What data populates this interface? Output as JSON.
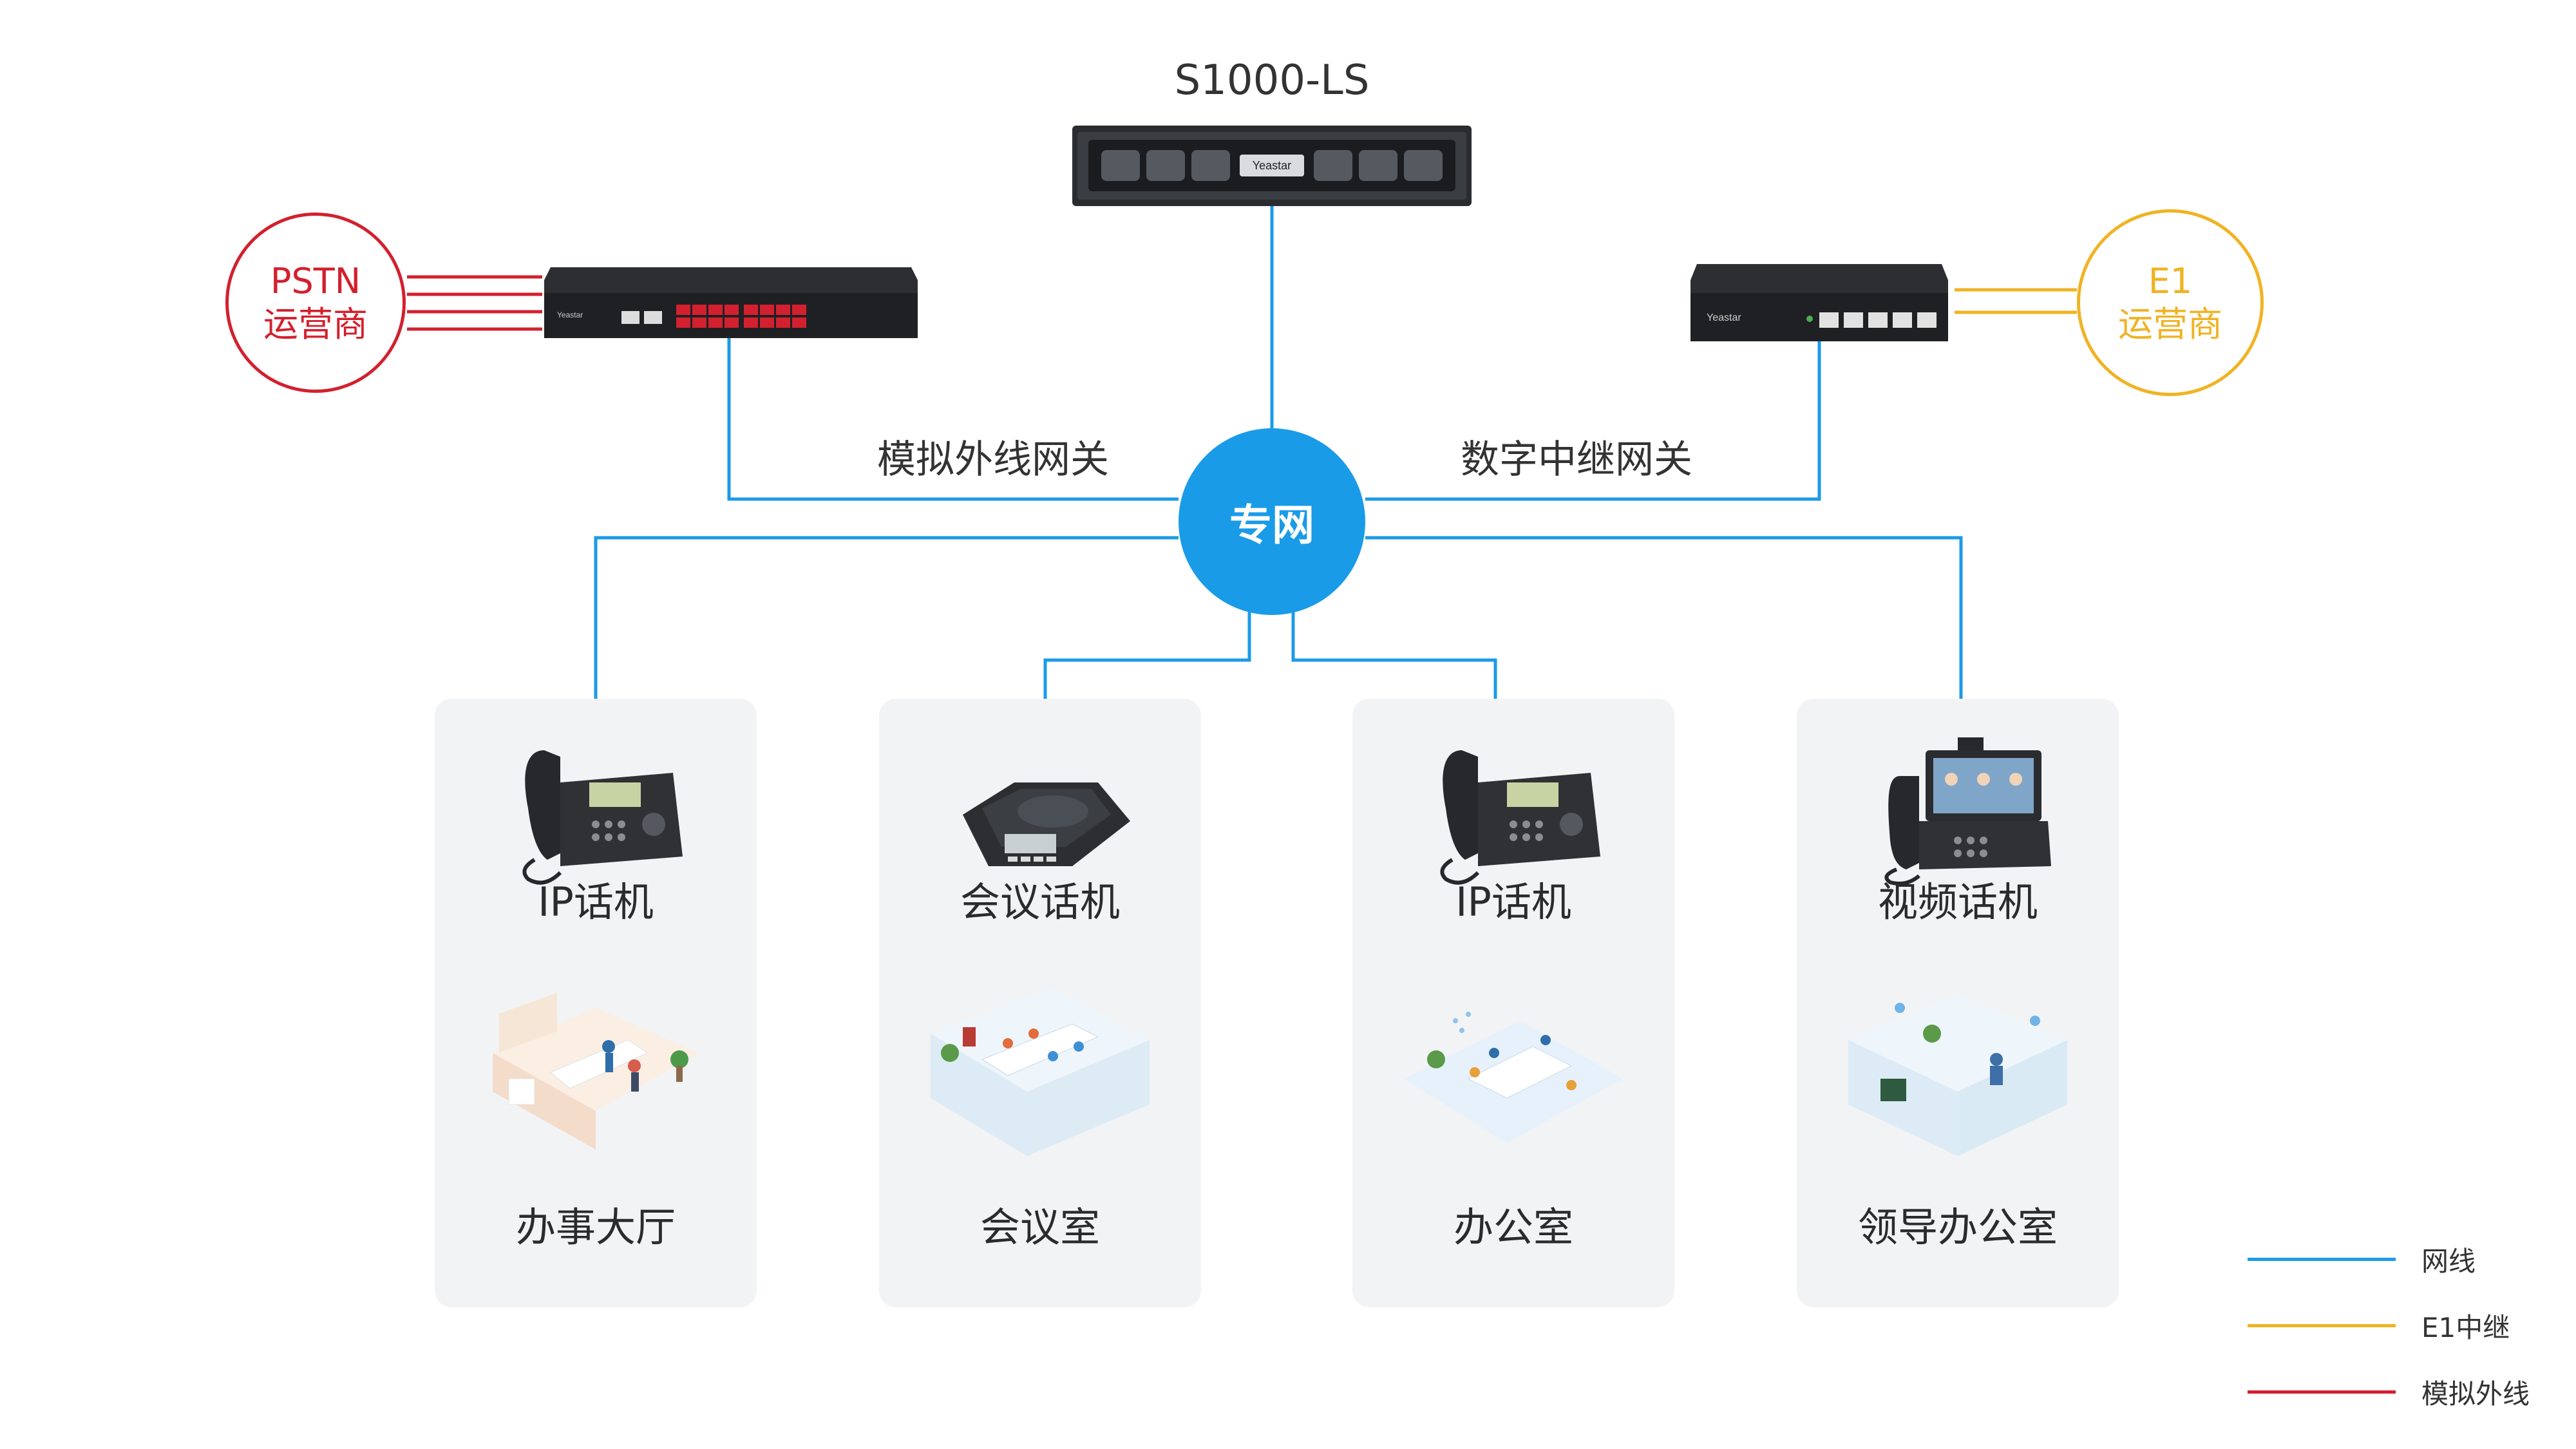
{
  "server": {
    "model": "S1000-LS",
    "brand": "Yeastar"
  },
  "gateways": {
    "analog": {
      "label": "模拟外线网关",
      "brand": "Yeastar"
    },
    "digital": {
      "label": "数字中继网关",
      "brand": "Yeastar"
    }
  },
  "carriers": {
    "pstn": {
      "line1": "PSTN",
      "line2": "运营商",
      "color": "#d3202e"
    },
    "e1": {
      "line1": "E1",
      "line2": "运营商",
      "color": "#f0b323"
    }
  },
  "hub": {
    "label": "专网",
    "color": "#1a9be8"
  },
  "cards": [
    {
      "device_label": "IP话机",
      "device_icon": "ip-phone-icon",
      "room_label": "办事大厅",
      "room_icon": "service-hall-illustration"
    },
    {
      "device_label": "会议话机",
      "device_icon": "conference-phone-icon",
      "room_label": "会议室",
      "room_icon": "meeting-room-illustration"
    },
    {
      "device_label": "IP话机",
      "device_icon": "ip-phone-icon",
      "room_label": "办公室",
      "room_icon": "office-illustration"
    },
    {
      "device_label": "视频话机",
      "device_icon": "video-phone-icon",
      "room_label": "领导办公室",
      "room_icon": "executive-office-illustration"
    }
  ],
  "legend": [
    {
      "label": "网线",
      "color": "#1a9be8"
    },
    {
      "label": "E1中继",
      "color": "#f0b323"
    },
    {
      "label": "模拟外线",
      "color": "#d3202e"
    }
  ]
}
